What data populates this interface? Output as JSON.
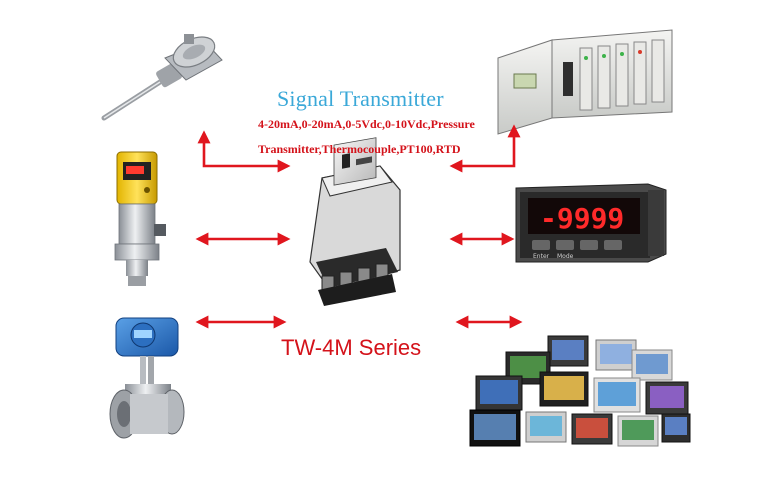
{
  "title": "Signal Transmitter",
  "subtitle_line1": "4-20mA,0-20mA,0-5Vdc,0-10Vdc,Pressure",
  "subtitle_line2": "Transmitter,Thermocouple,PT100,RTD",
  "series_label": "TW-4M Series",
  "display_reading": "-9999",
  "meter_keys": [
    "Enter",
    "Mode"
  ],
  "colors": {
    "arrow": "#e0161e",
    "title": "#3aa8d8",
    "label": "#d4121a"
  },
  "icons": {
    "thermocouple": "thermocouple-probe-icon",
    "pressure": "pressure-transmitter-icon",
    "flowmeter": "vortex-flowmeter-icon",
    "module": "signal-transmitter-module-icon",
    "plc": "plc-rack-icon",
    "meter": "digital-panel-meter-icon",
    "hmi": "hmi-touch-panels-icon"
  }
}
